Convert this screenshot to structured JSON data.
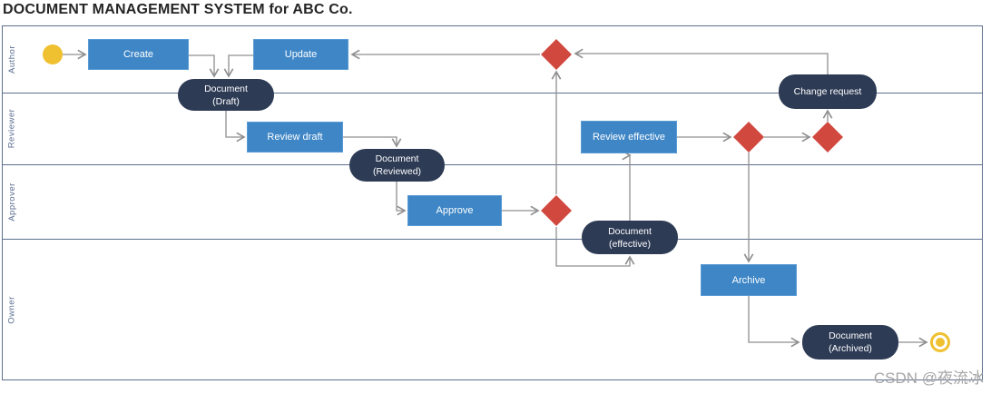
{
  "title": "DOCUMENT MANAGEMENT SYSTEM for ABC Co.",
  "watermark": "CSDN @夜流冰",
  "colors": {
    "process_fill": "#3e86c6",
    "object_fill": "#2d3b55",
    "decision_fill": "#d1483f",
    "start_end_fill": "#efc02f",
    "connector": "#8f8f8f",
    "lane_border": "#5d6f8e",
    "lane_label_text": "#5b6e91",
    "title_text": "#252525"
  },
  "lanes": [
    {
      "label": "Author"
    },
    {
      "label": "Reviewer"
    },
    {
      "label": "Approver"
    },
    {
      "label": "Owner"
    }
  ],
  "nodes": {
    "create": {
      "label": "Create"
    },
    "update": {
      "label": "Update"
    },
    "doc_draft": {
      "line1": "Document",
      "line2": "(Draft)"
    },
    "review_draft": {
      "label": "Review draft"
    },
    "doc_reviewed": {
      "line1": "Document",
      "line2": "(Reviewed)"
    },
    "approve": {
      "label": "Approve"
    },
    "review_effective": {
      "label": "Review effective"
    },
    "change_request": {
      "label": "Change request"
    },
    "doc_effective": {
      "line1": "Document",
      "line2": "(effective)"
    },
    "archive": {
      "label": "Archive"
    },
    "doc_archived": {
      "line1": "Document",
      "line2": "(Archived)"
    }
  }
}
